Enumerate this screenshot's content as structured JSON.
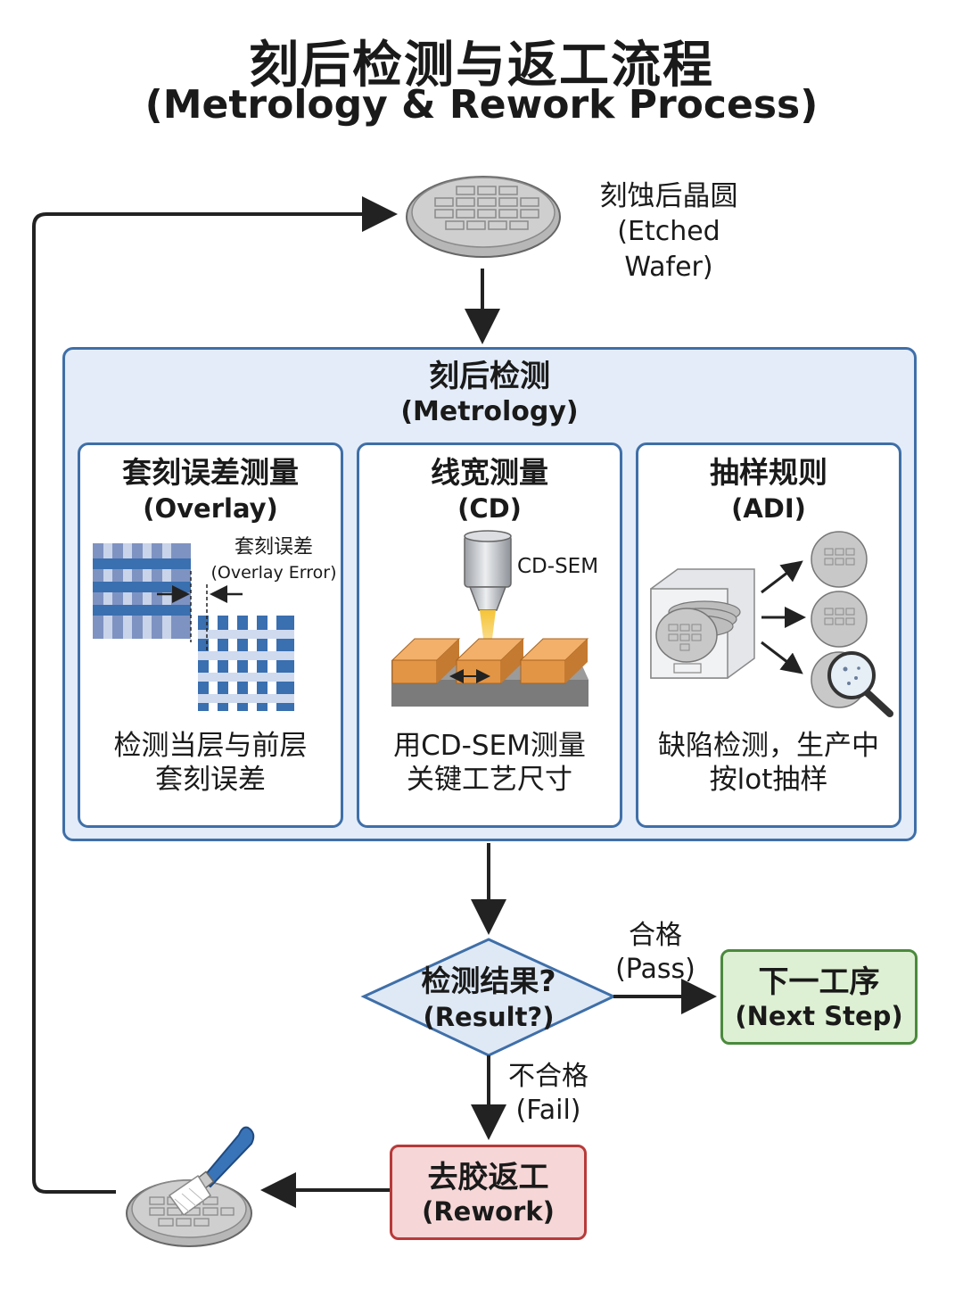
{
  "title": {
    "zh": "刻后检测与返工流程",
    "en": "(Metrology & Rework Process)"
  },
  "etched_wafer": {
    "zh": "刻蚀后晶圆",
    "en": "(Etched Wafer)"
  },
  "metrology": {
    "zh": "刻后检测",
    "en": "(Metrology)",
    "panels": [
      {
        "zh": "套刻误差测量",
        "en": "(Overlay)",
        "annotation_zh": "套刻误差",
        "annotation_en": "(Overlay Error)",
        "desc_line1": "检测当层与前层",
        "desc_line2": "套刻误差"
      },
      {
        "zh": "线宽测量",
        "en": "(CD)",
        "annotation": "CD-SEM",
        "desc_line1": "用CD-SEM测量",
        "desc_line2": "关键工艺尺寸"
      },
      {
        "zh": "抽样规则",
        "en": "(ADI)",
        "desc_line1": "缺陷检测，生产中",
        "desc_line2": "按lot抽样"
      }
    ]
  },
  "decision": {
    "zh": "检测结果?",
    "en": "(Result?)"
  },
  "pass": {
    "zh": "合格",
    "en": "(Pass)"
  },
  "fail": {
    "zh": "不合格",
    "en": "(Fail)"
  },
  "next_step": {
    "zh": "下一工序",
    "en": "(Next Step)"
  },
  "rework": {
    "zh": "去胶返工",
    "en": "(Rework)"
  },
  "colors": {
    "metrology_fill": "#e3ecf8",
    "metrology_border": "#3f6fa8",
    "pass_fill": "#def0d4",
    "pass_border": "#4a8a3c",
    "rework_fill": "#f6d6d6",
    "rework_border": "#b83a3a",
    "decision_fill": "#dfe9f6"
  },
  "icons": {
    "wafer": "wafer-icon",
    "overlay": "overlay-grid-icon",
    "cdsem": "cd-sem-icon",
    "sampling": "wafer-cassette-icon",
    "magnifier": "magnifier-icon",
    "brush": "brush-icon"
  }
}
